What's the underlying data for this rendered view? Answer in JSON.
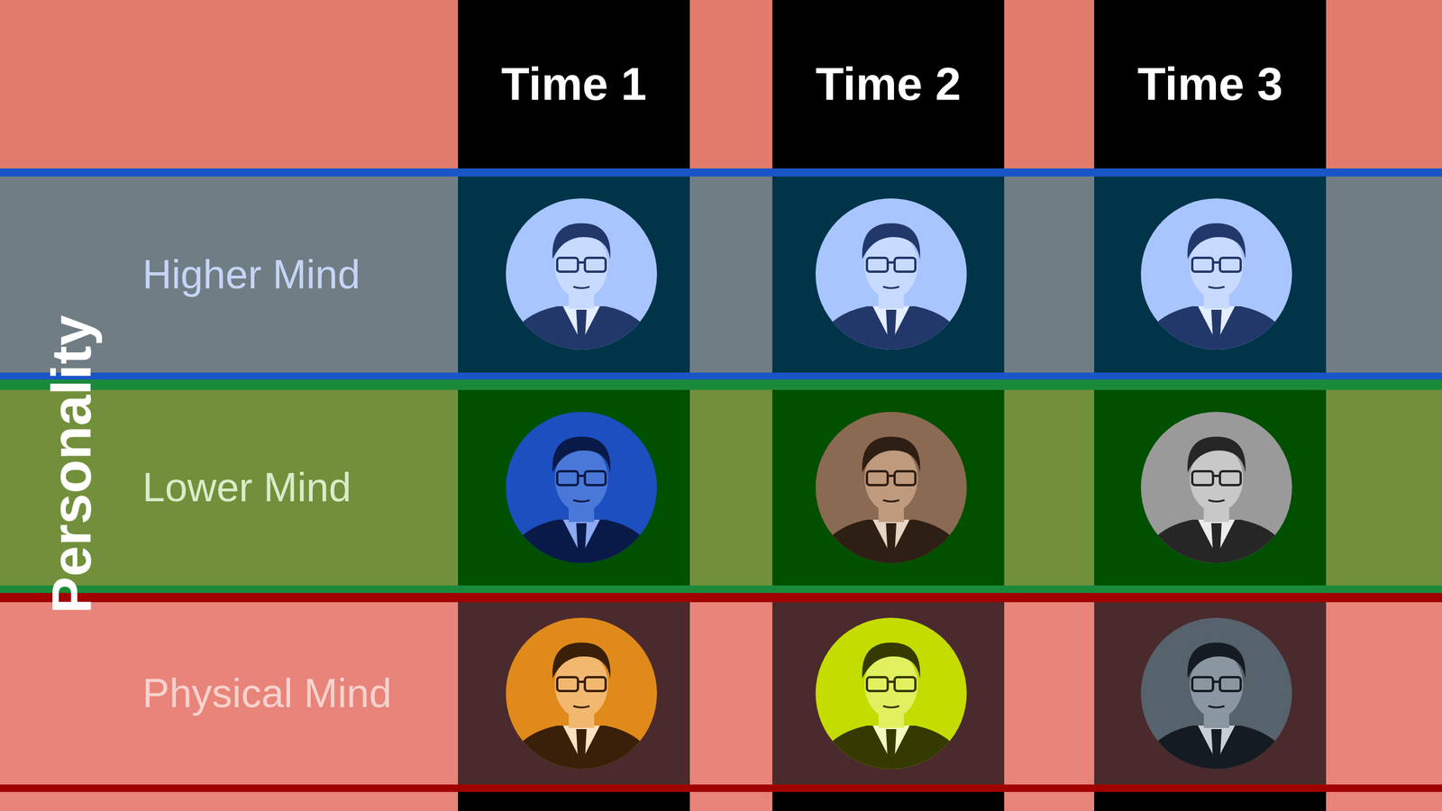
{
  "diagram": {
    "nodes": [
      {
        "text": [
          "Time 1"
        ]
      },
      {
        "text": [
          "Time 2"
        ]
      },
      {
        "text": [
          "Time 3"
        ]
      },
      {
        "text": [
          "Higher Mind"
        ]
      },
      {
        "text": [
          "Lower Mind"
        ]
      },
      {
        "text": [
          "Physical Mind"
        ]
      }
    ],
    "labels": [
      "Personality"
    ]
  }
}
